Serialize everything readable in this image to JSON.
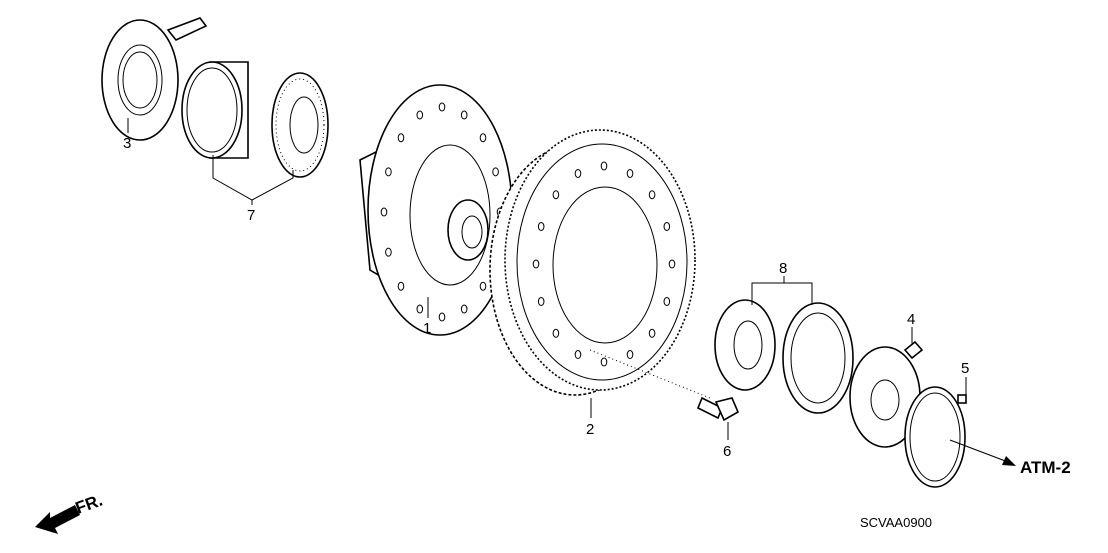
{
  "diagram": {
    "title_code": "SCVAA0900",
    "reference": "ATM-2",
    "direction": "FR.",
    "callouts": [
      "1",
      "2",
      "3",
      "4",
      "5",
      "6",
      "7",
      "8"
    ]
  }
}
